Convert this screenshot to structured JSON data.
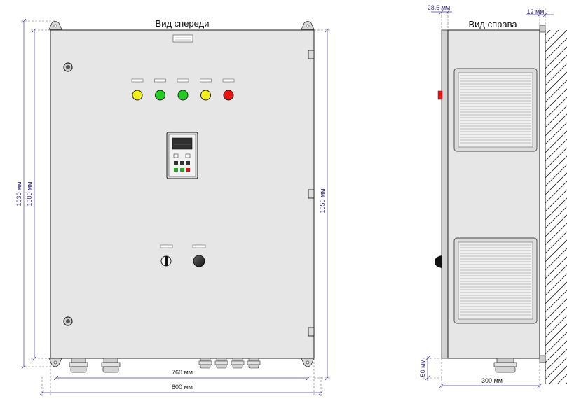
{
  "front_view": {
    "title": "Вид спереди",
    "dims": {
      "height_outer": "1030 мм",
      "height_body": "1000 мм",
      "height_total": "1050 мм",
      "width_body": "760 мм",
      "width_total": "800 мм"
    },
    "lamp_colors": [
      "#f2ef1b",
      "#22cc22",
      "#22cc22",
      "#f2ef1b",
      "#ee1111"
    ]
  },
  "side_view": {
    "title": "Вид справа",
    "dims": {
      "door_offset": "28,5 мм",
      "wall_gap": "12 мм",
      "depth": "300 мм",
      "bottom": "50 мм"
    }
  }
}
